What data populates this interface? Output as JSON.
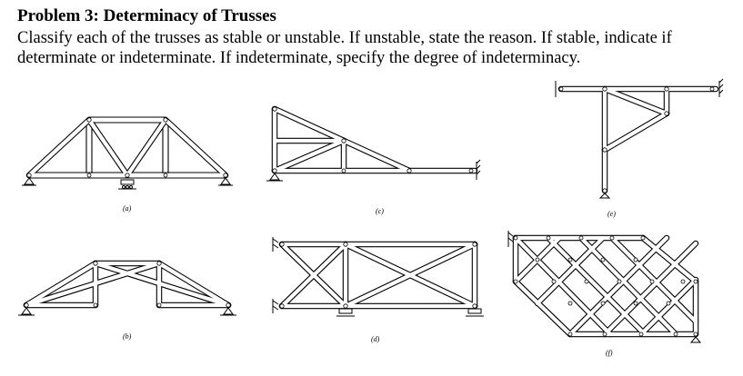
{
  "problem": {
    "title": "Problem 3: Determinacy of Trusses",
    "instructions": "Classify each of the trusses as stable or unstable. If unstable, state the reason. If stable, indicate if determinate or indeterminate. If indeterminate, specify the degree of indeterminacy."
  },
  "figures": [
    {
      "id": "a",
      "caption": "(a)"
    },
    {
      "id": "b",
      "caption": "(b)"
    },
    {
      "id": "c",
      "caption": "(c)"
    },
    {
      "id": "d",
      "caption": "(d)"
    },
    {
      "id": "e",
      "caption": "(e)"
    },
    {
      "id": "f",
      "caption": "(f)"
    }
  ]
}
